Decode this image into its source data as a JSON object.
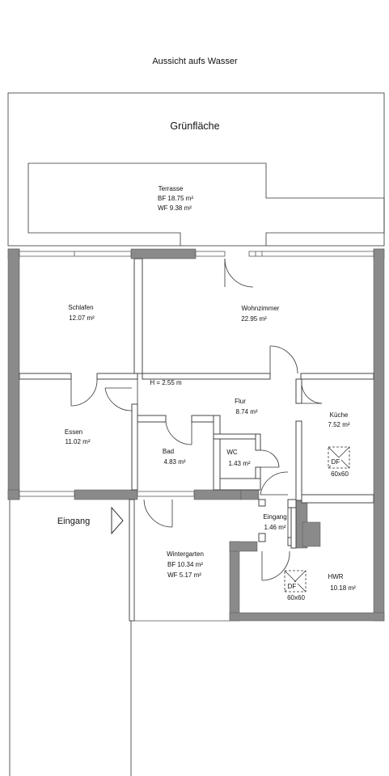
{
  "header": {
    "view_label": "Aussicht aufs Wasser"
  },
  "outdoor": {
    "garden_label": "Grünfläche",
    "terrace": {
      "name": "Terrasse",
      "bf": "BF 18.75 m²",
      "wf": "WF 9.38 m²"
    }
  },
  "ceiling_height": "H = 2.55 m",
  "entrance_label": "Eingang",
  "rooms": {
    "schlafen": {
      "name": "Schlafen",
      "area": "12.07 m²"
    },
    "wohnzimmer": {
      "name": "Wohnzimmer",
      "area": "22.95 m²"
    },
    "essen": {
      "name": "Essen",
      "area": "11.02 m²"
    },
    "flur": {
      "name": "Flur",
      "area": "8.74 m²"
    },
    "kueche": {
      "name": "Küche",
      "area": "7.52 m²"
    },
    "bad": {
      "name": "Bad",
      "area": "4.83 m²"
    },
    "wc": {
      "name": "WC",
      "area": "1.43 m²"
    },
    "eingang": {
      "name": "Eingang",
      "area": "1.46 m²"
    },
    "wintergarten": {
      "name": "Wintergarten",
      "bf": "BF 10.34 m²",
      "wf": "WF 5.17 m²"
    },
    "hwr": {
      "name": "HWR",
      "area": "10.18 m²"
    }
  },
  "skylights": {
    "kueche": {
      "code": "DF",
      "size": "60x60"
    },
    "hwr": {
      "code": "DF",
      "size": "60x60"
    }
  }
}
